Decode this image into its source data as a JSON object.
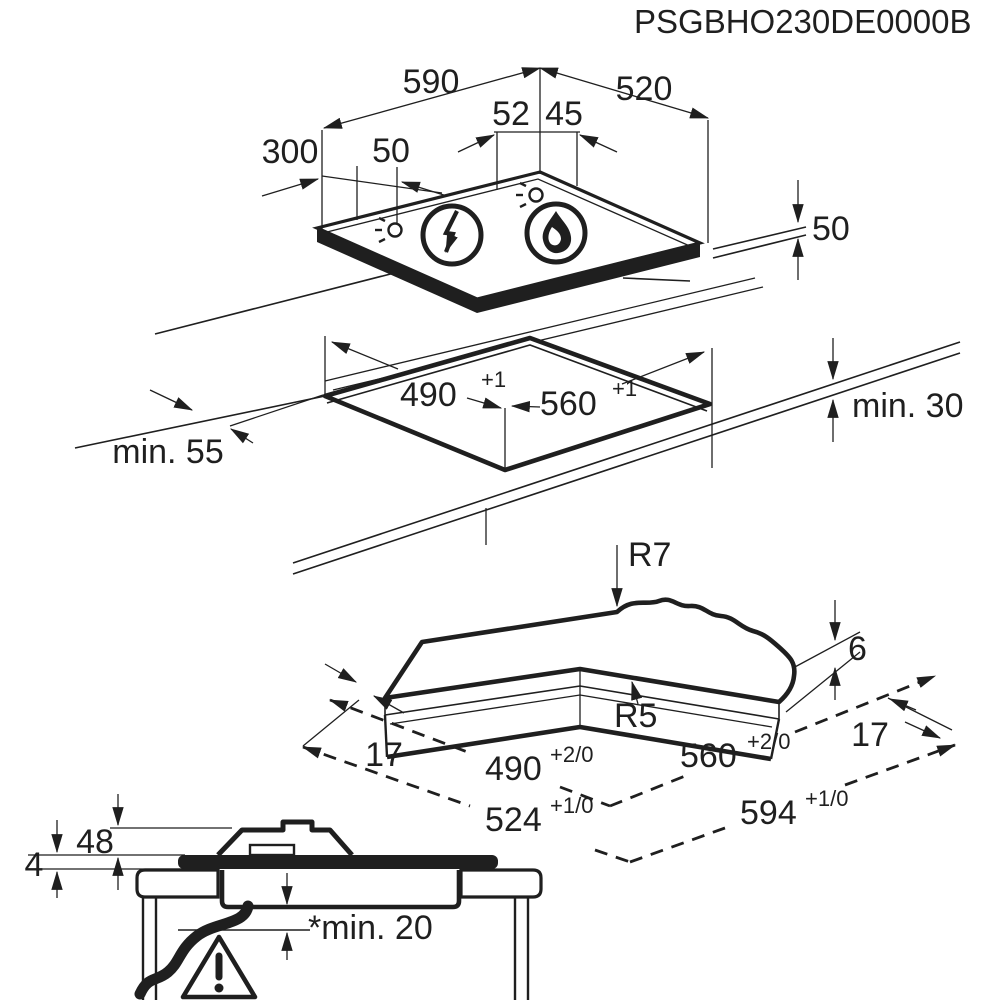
{
  "title": "PSGBHO230DE0000B",
  "line_color": "#1f1f1f",
  "top_view": {
    "dims": {
      "width": "590",
      "depth": "520",
      "burner_front": "52",
      "burner_back": "45",
      "edge_offset": "300",
      "electrode_offset": "50",
      "hob_height": "50"
    },
    "icons": {
      "electric": "lightning-icon",
      "gas": "flame-icon"
    }
  },
  "cutout_view": {
    "dims": {
      "front_min": "min. 55",
      "back_min": "min. 30",
      "width": "490",
      "width_tol": "+1",
      "depth": "560",
      "depth_tol": "+1"
    }
  },
  "corner_view": {
    "dims": {
      "outer_radius": "R7",
      "inner_radius": "R5",
      "lip_thickness": "6",
      "gap_left": "17",
      "gap_right": "17",
      "inner_width": "490",
      "inner_width_tol": "+2/0",
      "inner_depth": "560",
      "inner_depth_tol": "+2/0",
      "outer_width": "524",
      "outer_width_tol": "+1/0",
      "outer_depth": "594",
      "outer_depth_tol": "+1/0"
    }
  },
  "section_view": {
    "dims": {
      "support_height": "48",
      "glass_reveal": "4",
      "bottom_clearance": "*min. 20"
    }
  }
}
